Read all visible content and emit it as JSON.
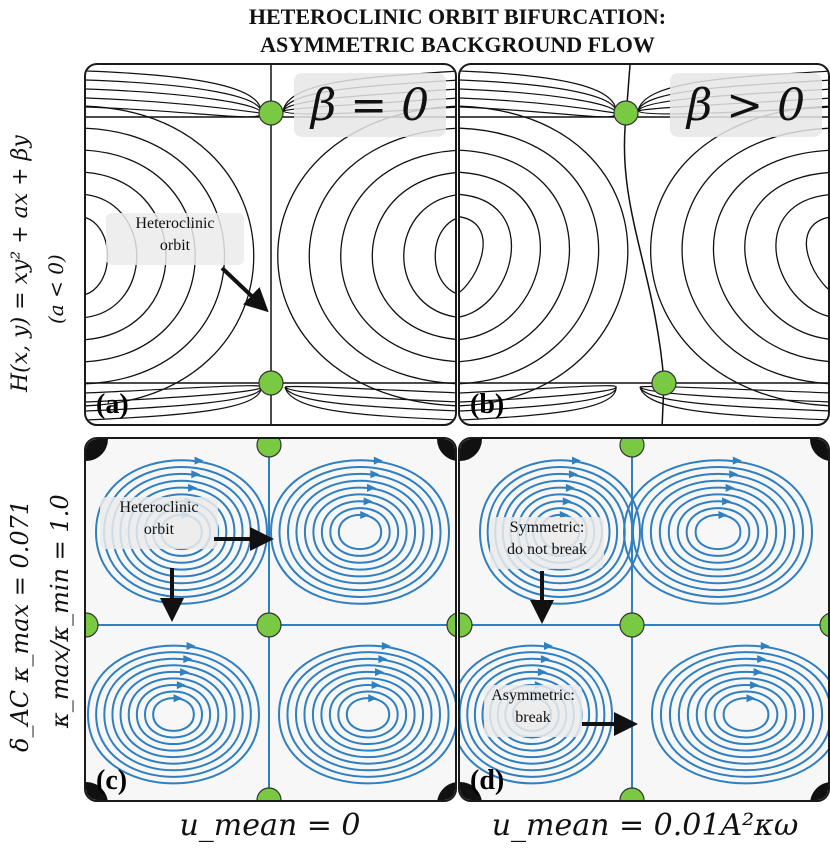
{
  "title": {
    "line1": "HETEROCLINIC ORBIT BIFURCATION:",
    "line2": "ASYMMETRIC BACKGROUND FLOW"
  },
  "row_labels": {
    "top_main": "H(x, y) = xy² + ax + βy",
    "top_sub": "(a < 0)",
    "bottom_main": "δ_AC κ_max = 0.071",
    "bottom_sub": "κ_max/κ_min = 1.0"
  },
  "col_labels": {
    "left": "u_mean = 0",
    "right": "u_mean = 0.01A²κω"
  },
  "panels": {
    "a": {
      "label": "(a)",
      "beta": "β = 0",
      "annotation": [
        "Heteroclinic",
        "orbit"
      ]
    },
    "b": {
      "label": "(b)",
      "beta": "β > 0"
    },
    "c": {
      "label": "(c)",
      "annotation": [
        "Heteroclinic",
        "orbit"
      ]
    },
    "d": {
      "label": "(d)",
      "annotation_top": [
        "Symmetric:",
        "do not break"
      ],
      "annotation_bottom": [
        "Asymmetric:",
        "break"
      ]
    }
  },
  "colors": {
    "streamline": "#2f7fc1",
    "contour": "#111111",
    "saddle_point": "#7ac943",
    "panel_border": "#1a1a1a"
  }
}
